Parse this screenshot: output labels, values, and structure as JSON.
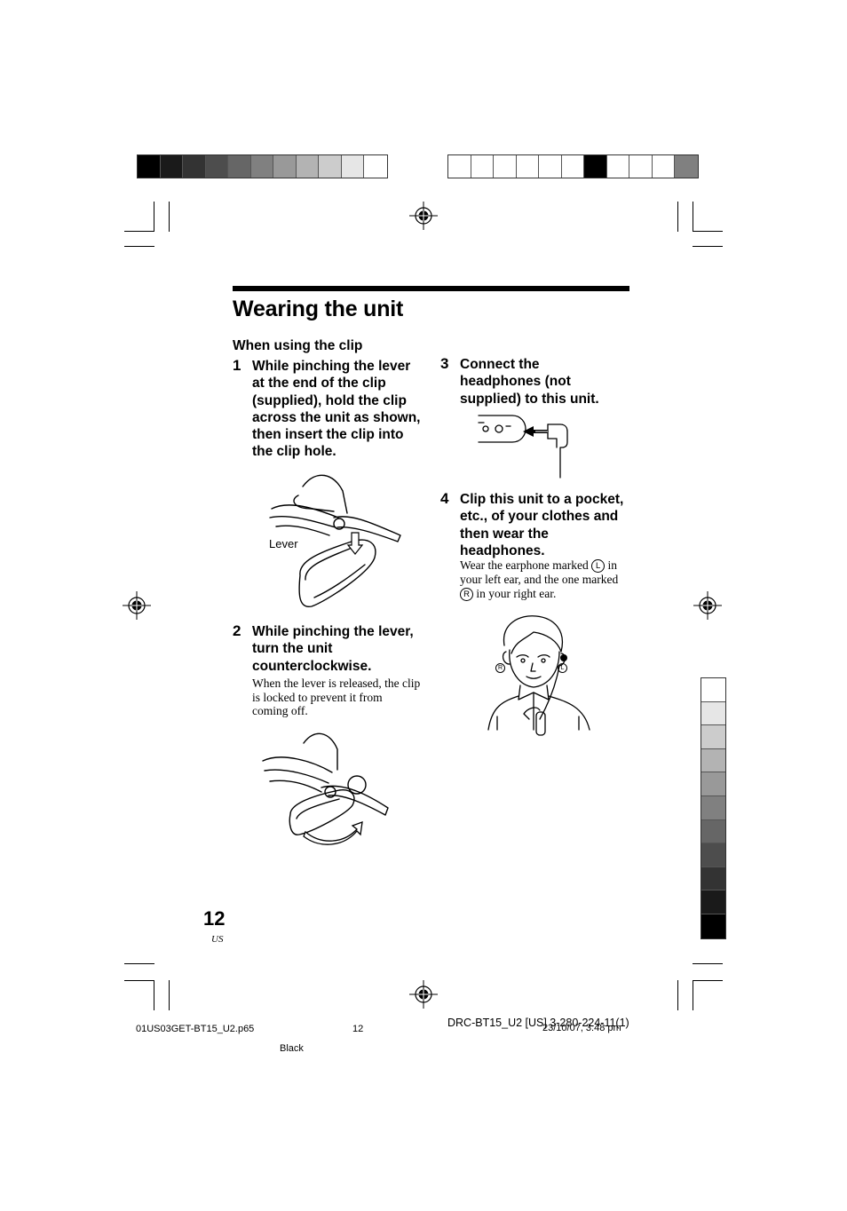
{
  "heading": {
    "title": "Wearing the unit",
    "subheading": "When using the clip"
  },
  "steps": [
    {
      "number": "1",
      "text": "While pinching the lever at the end of the clip (supplied), hold the clip across the unit as shown, then insert the clip into the clip hole."
    },
    {
      "number": "2",
      "text": "While pinching the lever, turn the unit counterclockwise.",
      "note": "When the lever is released, the clip is locked to prevent it from coming off."
    },
    {
      "number": "3",
      "text": "Connect the headphones (not supplied) to this unit."
    },
    {
      "number": "4",
      "text": "Clip this unit to a pocket, etc., of your clothes and then wear the headphones.",
      "note": {
        "part1": "Wear the earphone marked ",
        "mark_left": "L",
        "part2": " in your left ear, and the one marked ",
        "mark_right": "R",
        "part3": " in your right ear."
      }
    }
  ],
  "figures": {
    "lever_label": "Lever",
    "ear_left_label": "L",
    "ear_right_label": "R"
  },
  "page_number": {
    "number": "12",
    "region": "US"
  },
  "footer": {
    "file": "01US03GET-BT15_U2.p65",
    "page": "12",
    "doc_code": "DRC-BT15_U2 [US] 3-280-224-11(1)",
    "date": "23/10/07, 3:48 pm",
    "ink": "Black"
  },
  "color_bars": {
    "top_left": [
      "#000000",
      "#1a1a1a",
      "#333333",
      "#4d4d4d",
      "#666666",
      "#808080",
      "#999999",
      "#b3b3b3",
      "#cccccc",
      "#e6e6e6",
      "#ffffff"
    ],
    "top_right": [
      "#ffffff",
      "#ffffff",
      "#ffffff",
      "#ffffff",
      "#ffffff",
      "#ffffff",
      "#000000",
      "#ffffff",
      "#ffffff",
      "#ffffff",
      "#808080"
    ],
    "side": [
      "#ffffff",
      "#e6e6e6",
      "#cccccc",
      "#b3b3b3",
      "#999999",
      "#808080",
      "#666666",
      "#4d4d4d",
      "#333333",
      "#1a1a1a",
      "#000000"
    ]
  }
}
